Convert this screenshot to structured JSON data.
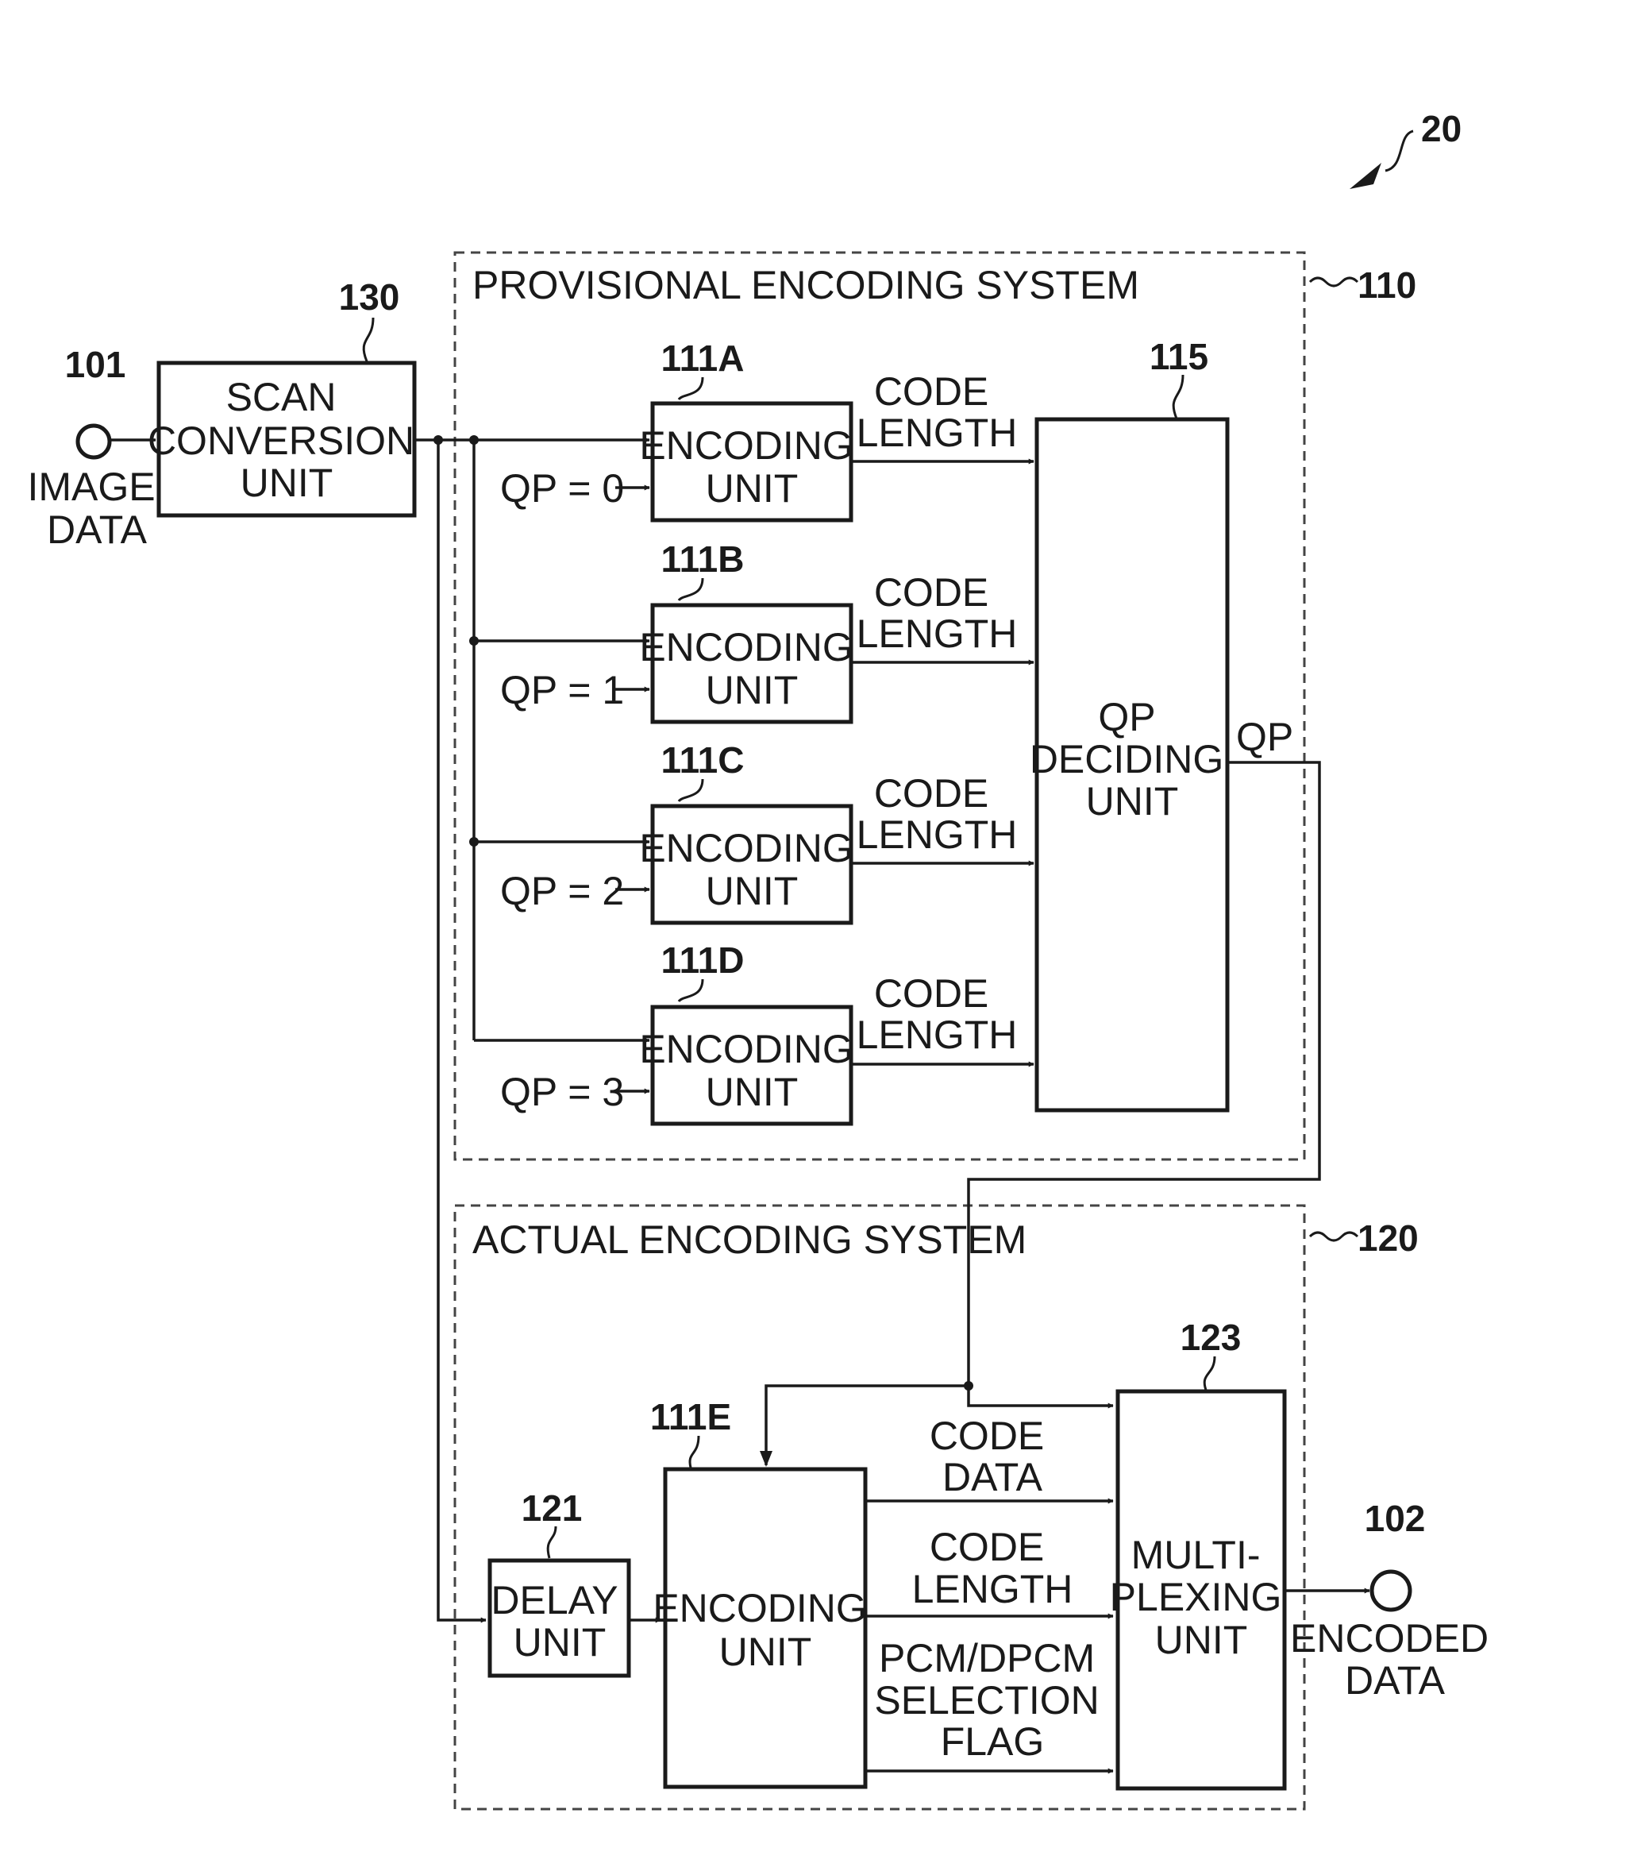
{
  "figure_ref": "20",
  "systems": {
    "provisional": {
      "ref": "110",
      "title": "PROVISIONAL ENCODING SYSTEM"
    },
    "actual": {
      "ref": "120",
      "title": "ACTUAL ENCODING SYSTEM"
    }
  },
  "terminals": {
    "input": {
      "ref": "101",
      "label": [
        "IMAGE",
        "DATA"
      ]
    },
    "output": {
      "ref": "102",
      "label": [
        "ENCODED",
        "DATA"
      ]
    }
  },
  "blocks": {
    "scan": {
      "ref": "130",
      "label": [
        "SCAN",
        "CONVERSION",
        "UNIT"
      ]
    },
    "enc_a": {
      "ref": "111A",
      "label": [
        "ENCODING",
        "UNIT"
      ],
      "qp": "QP = 0"
    },
    "enc_b": {
      "ref": "111B",
      "label": [
        "ENCODING",
        "UNIT"
      ],
      "qp": "QP = 1"
    },
    "enc_c": {
      "ref": "111C",
      "label": [
        "ENCODING",
        "UNIT"
      ],
      "qp": "QP = 2"
    },
    "enc_d": {
      "ref": "111D",
      "label": [
        "ENCODING",
        "UNIT"
      ],
      "qp": "QP = 3"
    },
    "qp_decide": {
      "ref": "115",
      "label": [
        "QP",
        "DECIDING",
        "UNIT"
      ]
    },
    "delay": {
      "ref": "121",
      "label": [
        "DELAY",
        "UNIT"
      ]
    },
    "enc_e": {
      "ref": "111E",
      "label": [
        "ENCODING",
        "UNIT"
      ]
    },
    "mux": {
      "ref": "123",
      "label": [
        "MULTI-",
        "PLEXING",
        "UNIT"
      ]
    }
  },
  "signals": {
    "code_length": [
      "CODE",
      "LENGTH"
    ],
    "qp": "QP",
    "code_data": [
      "CODE",
      "DATA"
    ],
    "pcm_flag": [
      "PCM/DPCM",
      "SELECTION",
      "FLAG"
    ]
  }
}
